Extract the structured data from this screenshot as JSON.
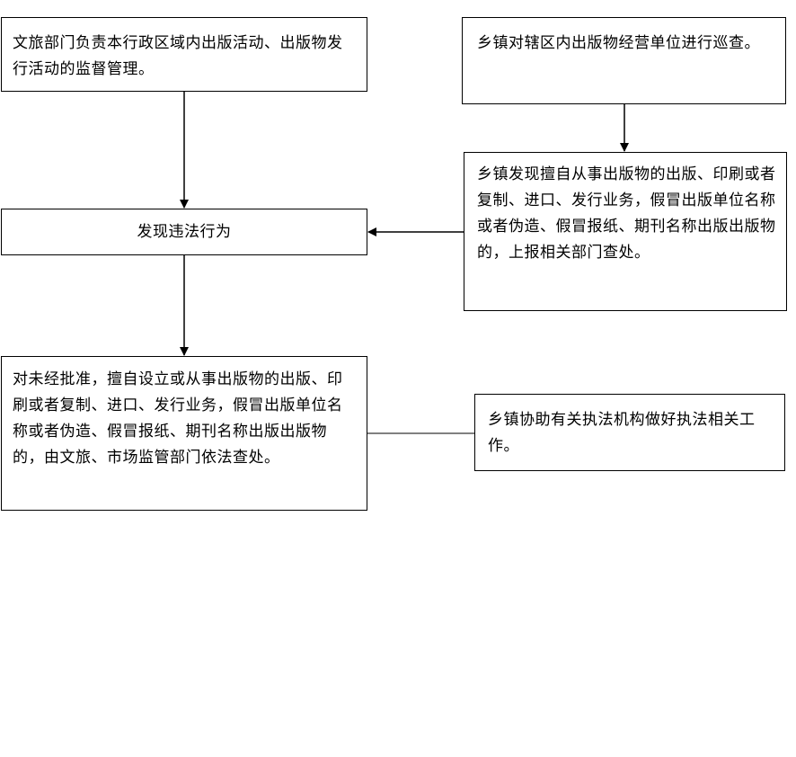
{
  "nodes": {
    "wenlv_supervision": "文旅部门负责本行政区域内出版活动、出版物发行活动的监督管理。",
    "town_inspection": "乡镇对辖区内出版物经营单位进行巡查。",
    "town_report": "乡镇发现擅自从事出版物的出版、印刷或者复制、进口、发行业务，假冒出版单位名称或者伪造、假冒报纸、期刊名称出版出版物的，上报相关部门查处。",
    "discover_violation": "发现违法行为",
    "penalty": "对未经批准，擅自设立或从事出版物的出版、印刷或者复制、进口、发行业务，假冒出版单位名称或者伪造、假冒报纸、期刊名称出版出版物的，由文旅、市场监管部门依法查处。",
    "town_assist": "乡镇协助有关执法机构做好执法相关工作。"
  }
}
